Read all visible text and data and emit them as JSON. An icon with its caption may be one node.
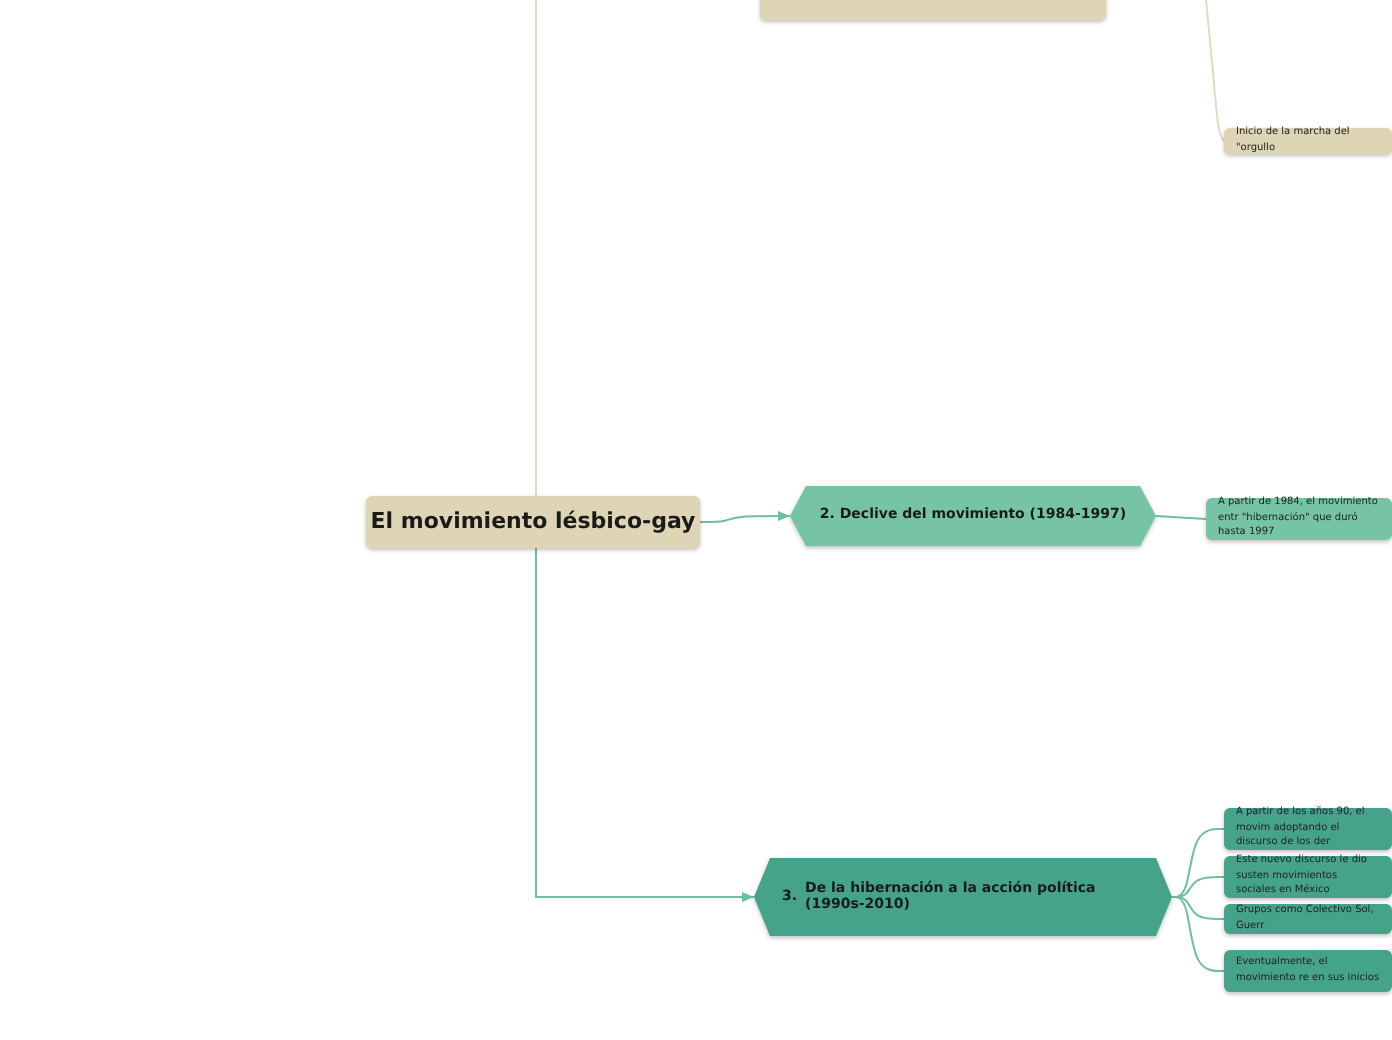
{
  "diagram": {
    "nodes": [
      {
        "text": [
          "El movimiento lésbico-gay"
        ]
      },
      {
        "text": [],
        "shape": "box"
      },
      {
        "text": [
          "Inicio de la marcha del \"orgullo"
        ]
      },
      {
        "text": [
          "2. Declive del movimiento (1984-1997)"
        ]
      },
      {
        "text": [
          "A partir de 1984, el movimiento entr \"hibernación\" que duró hasta 1997"
        ]
      },
      {
        "text": [
          "3.",
          "De la hibernación a la acción política (1990s-2010)"
        ]
      },
      {
        "text": [
          "A partir de los años 90, el movim adoptando el discurso de los der"
        ]
      },
      {
        "text": [
          "Este nuevo discurso le dio susten movimientos sociales en México"
        ]
      },
      {
        "text": [
          "Grupos como Colectivo Sol, Guerr"
        ]
      },
      {
        "text": [
          "Eventualmente, el movimiento re en sus inicios"
        ]
      }
    ],
    "edges": [
      {
        "from": 0,
        "to": null,
        "arrow": "none",
        "color": "#e2dac2"
      },
      {
        "from": null,
        "to": 2,
        "arrow": "none",
        "color": "#e2dac2"
      },
      {
        "from": 0,
        "to": 3,
        "arrow": "to"
      },
      {
        "from": 0,
        "to": 5,
        "arrow": "to"
      },
      {
        "from": 3,
        "to": 4,
        "arrow": "none"
      },
      {
        "from": 5,
        "to": 6,
        "arrow": "none"
      },
      {
        "from": 5,
        "to": 7,
        "arrow": "none"
      },
      {
        "from": 5,
        "to": 8,
        "arrow": "none"
      },
      {
        "from": 5,
        "to": 9,
        "arrow": "none"
      }
    ]
  }
}
